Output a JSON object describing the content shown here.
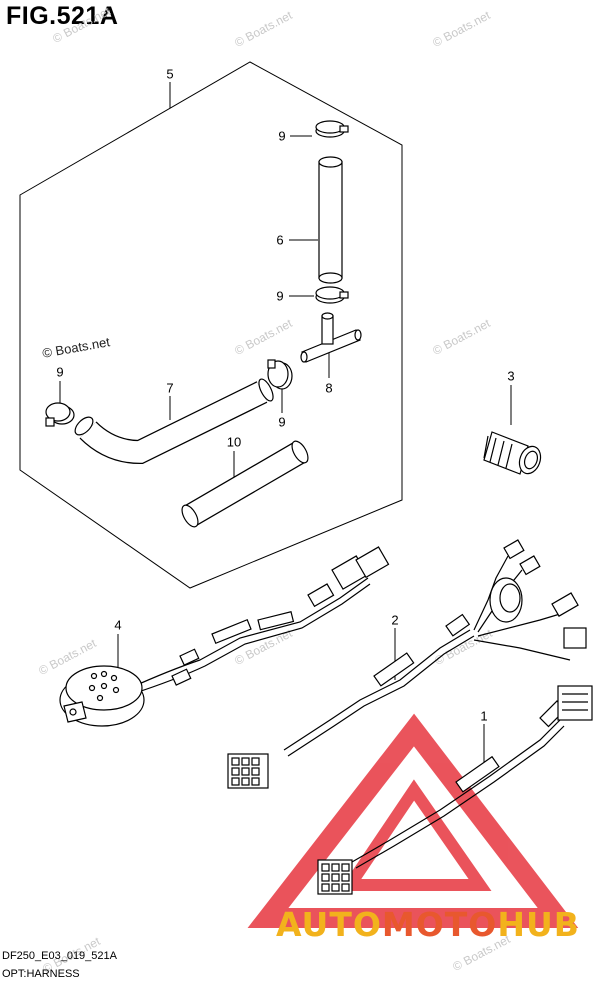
{
  "figure": {
    "title": "FIG.521A"
  },
  "callouts": {
    "c5": "5",
    "c9a": "9",
    "c6": "6",
    "c9b": "9",
    "c9c": "9",
    "c7": "7",
    "c9d": "9",
    "c8": "8",
    "c10": "10",
    "c3": "3",
    "c4": "4",
    "c2": "2",
    "c1": "1"
  },
  "watermarks": {
    "label": "© Boats.net",
    "inset": "© Boats.net"
  },
  "footer": {
    "model": "DF250_E03_019_521A",
    "group": "OPT:HARNESS"
  },
  "brand": {
    "part1": "AUTO",
    "part2": "MOTO",
    "part3": "HUB"
  },
  "colors": {
    "brand_yellow": "#f2b21c",
    "brand_orange": "#e8582e",
    "logo_red": "#e8414a"
  }
}
